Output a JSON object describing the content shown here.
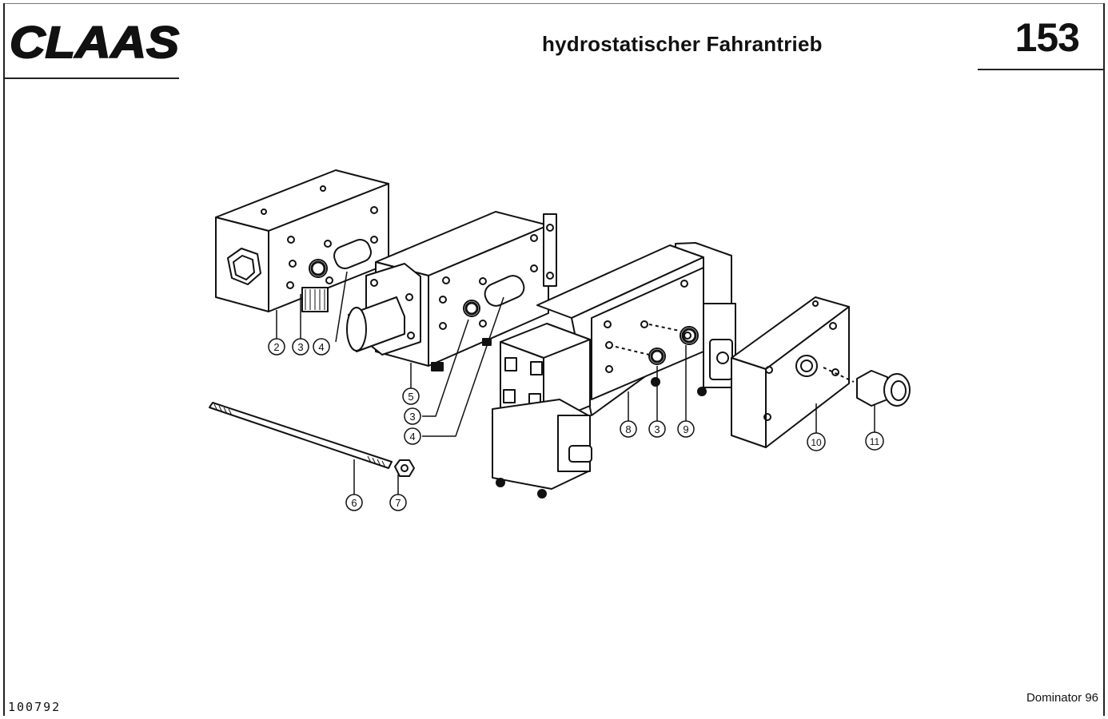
{
  "header": {
    "brand": "CLAAS",
    "title": "hydrostatischer Fahrantrieb",
    "page_number": "153"
  },
  "footer": {
    "document_number": "100792",
    "model": "Dominator 96"
  },
  "callouts": [
    "2",
    "3",
    "4",
    "5",
    "3",
    "4",
    "6",
    "7",
    "8",
    "3",
    "9",
    "10",
    "11"
  ],
  "colors": {
    "ink": "#111111",
    "paper": "#ffffff"
  }
}
